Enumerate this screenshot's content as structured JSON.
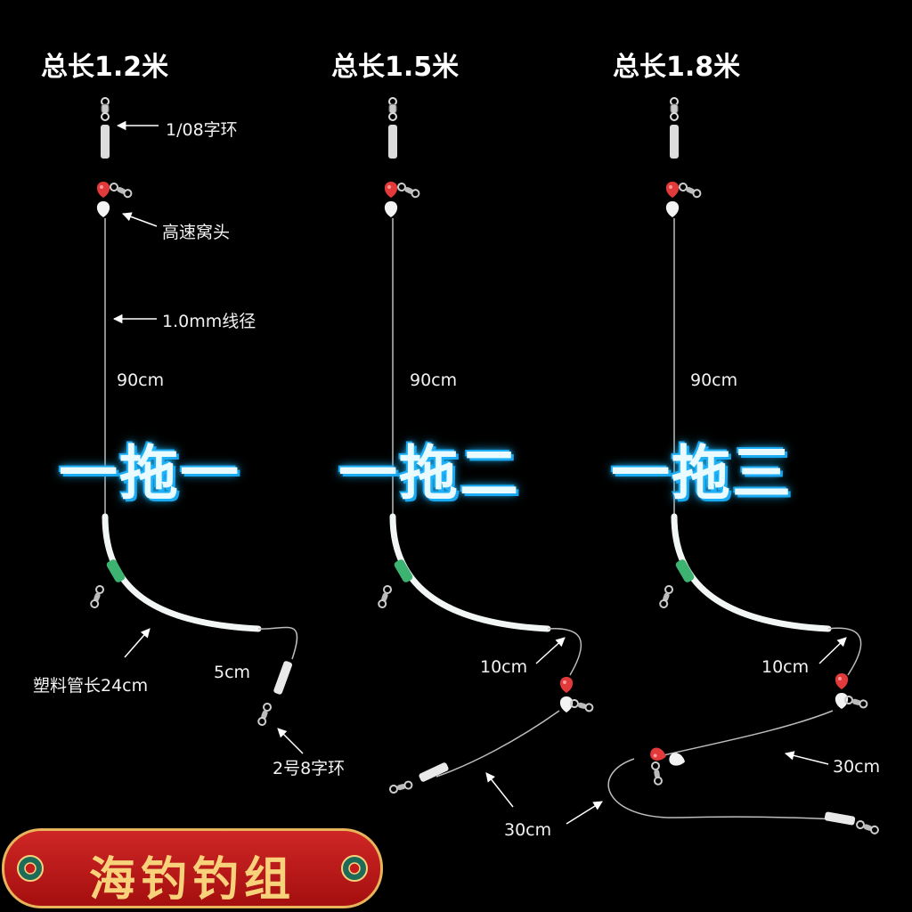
{
  "titles": [
    "总长1.2米",
    "总长1.5米",
    "总长1.8米"
  ],
  "big_labels": [
    "一拖一",
    "一拖二",
    "一拖三"
  ],
  "labels": {
    "swivel_ring": "1/08字环",
    "bait_head": "高速窝头",
    "line_diameter": "1.0mm线径",
    "len_90_a": "90cm",
    "len_90_b": "90cm",
    "len_90_c": "90cm",
    "tube_length": "塑料管长24cm",
    "len_5": "5cm",
    "swivel_no2": "2号8字环",
    "len_10_b": "10cm",
    "len_10_c": "10cm",
    "len_30_b": "30cm",
    "len_30_c": "30cm"
  },
  "banner": "海钓钓组",
  "colors": {
    "background": "#000000",
    "glow": "#1fb7ff",
    "bead_red": "#e23a3a",
    "tube": "#f2f7f5",
    "banner_red": "#c41b1b",
    "banner_gold": "#f7d27a"
  }
}
